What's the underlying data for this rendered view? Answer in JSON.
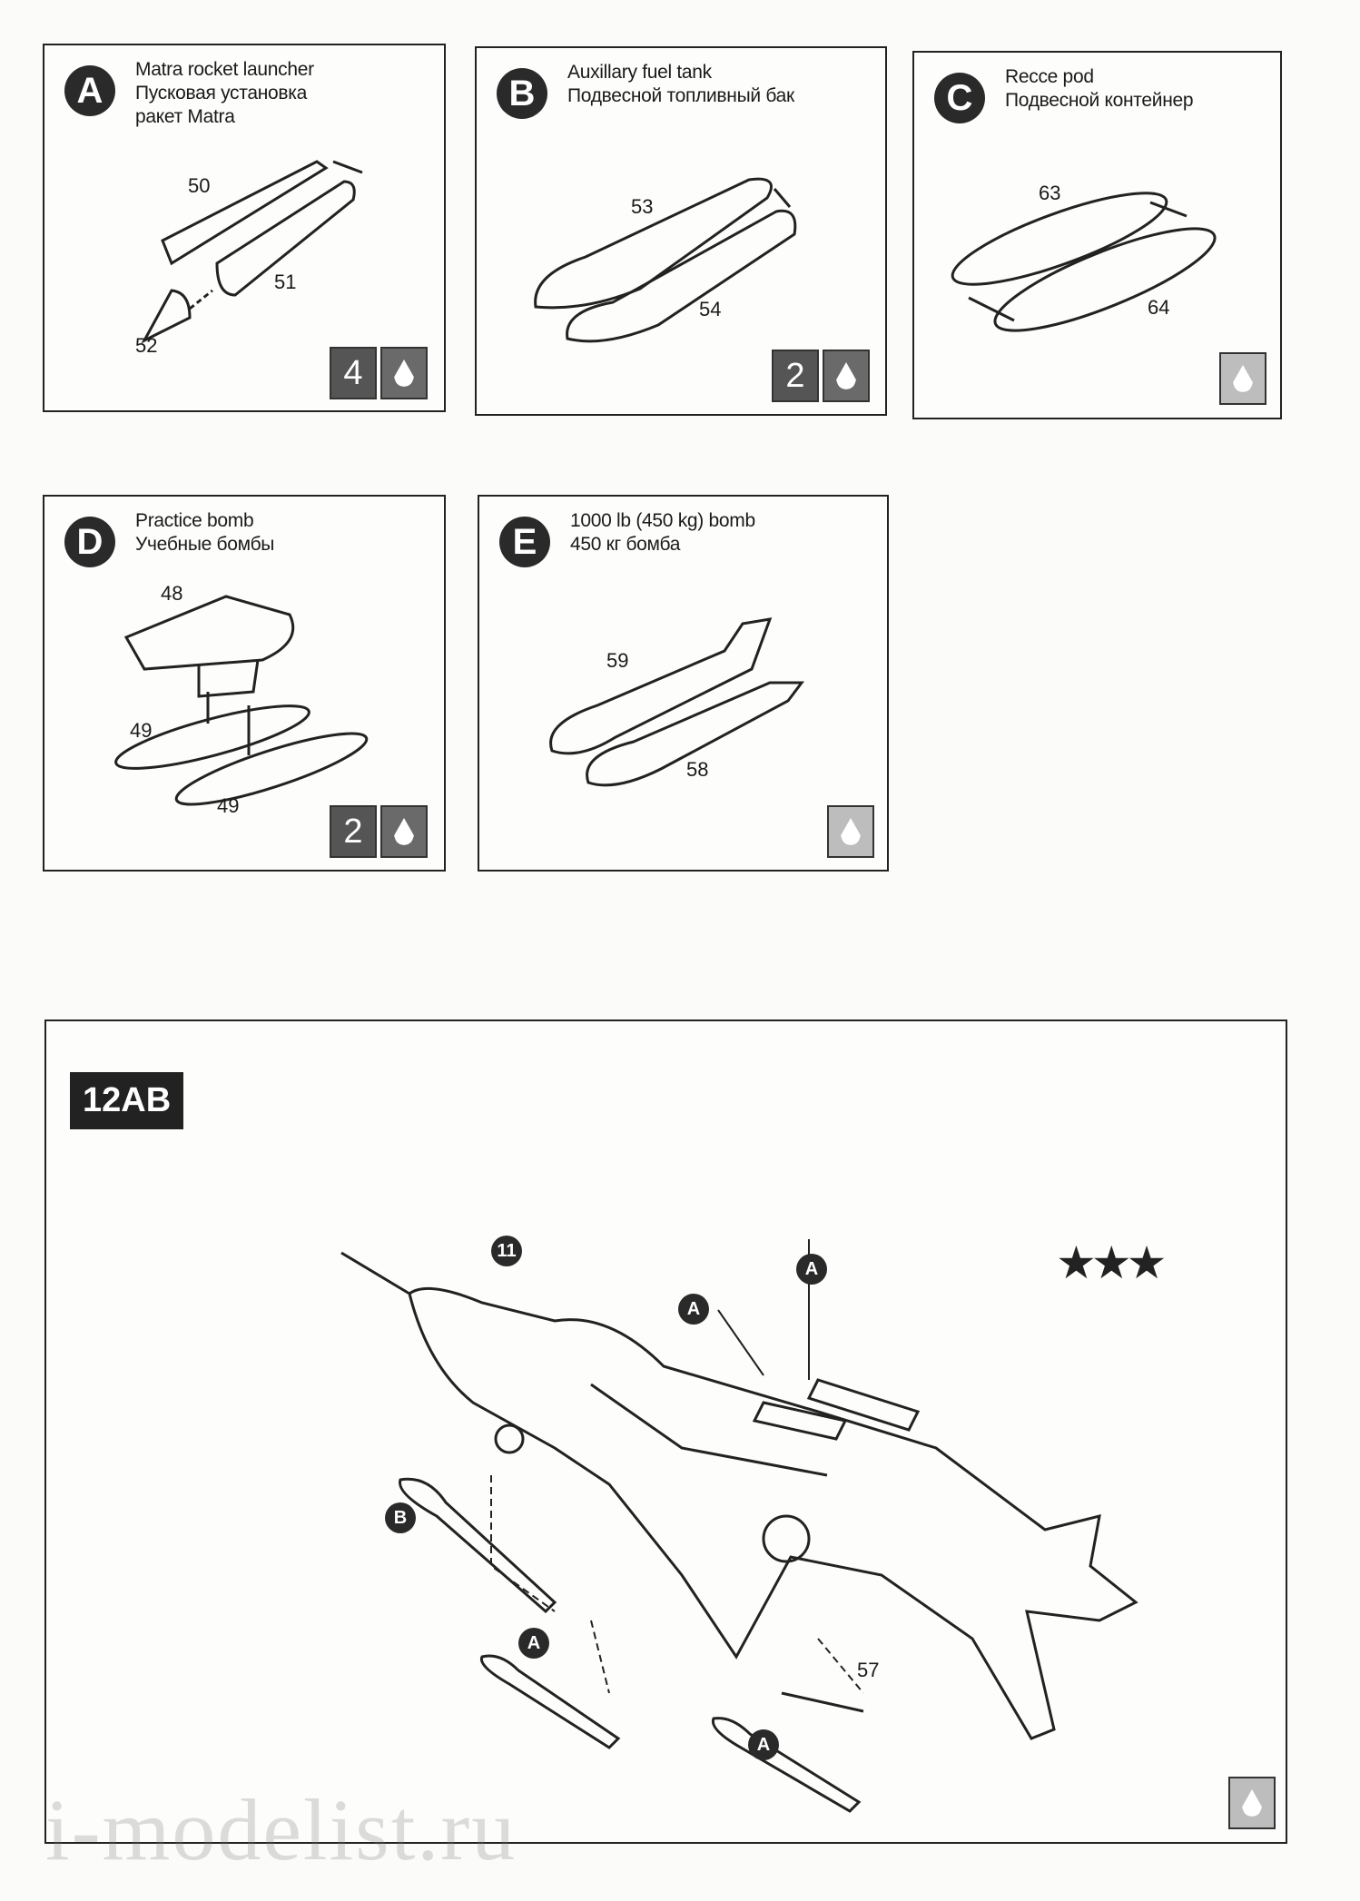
{
  "panels": [
    {
      "letter": "A",
      "title_en": "Matra rocket launcher",
      "title_ru": "Пусковая установка ракет Matra",
      "parts": [
        "50",
        "51",
        "52"
      ],
      "quantity": "4",
      "glue": true
    },
    {
      "letter": "B",
      "title_en": "Auxillary fuel tank",
      "title_ru": "Подвесной топливный бак",
      "parts": [
        "53",
        "54"
      ],
      "quantity": "2",
      "glue": true
    },
    {
      "letter": "C",
      "title_en": "Recce pod",
      "title_ru": "Подвесной контейнер",
      "parts": [
        "63",
        "64"
      ],
      "glue": true
    },
    {
      "letter": "D",
      "title_en": "Practice bomb",
      "title_ru": "Учебные бомбы",
      "parts": [
        "48",
        "49",
        "49"
      ],
      "quantity": "2",
      "glue": true
    },
    {
      "letter": "E",
      "title_en": "1000 lb (450 kg) bomb",
      "title_ru": "450 кг бомба",
      "parts": [
        "59",
        "58"
      ],
      "glue": true
    }
  ],
  "step": {
    "label": "12AB",
    "stars": "★★★",
    "callouts": {
      "part_11": "11",
      "a1": "A",
      "a2": "A",
      "a3": "A",
      "a4": "A",
      "b": "B",
      "part_57": "57"
    },
    "icons": [
      "glue-icon"
    ]
  },
  "watermark": "i-modelist.ru"
}
